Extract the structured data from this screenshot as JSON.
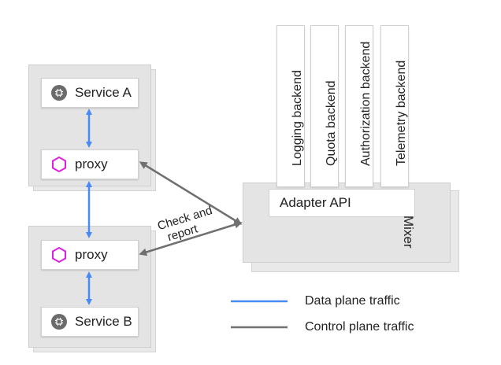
{
  "colors": {
    "data_plane": "#4a8af4",
    "control_plane": "#707070",
    "proxy_icon": "#e020e0",
    "chip_icon": "#6b6b6b"
  },
  "top_pod": {
    "service_label": "Service A",
    "proxy_label": "proxy"
  },
  "bottom_pod": {
    "service_label": "Service B",
    "proxy_label": "proxy"
  },
  "mixer": {
    "label": "Mixer",
    "adapter_label": "Adapter API",
    "backends": [
      "Logging backend",
      "Quota backend",
      "Authorization backend",
      "Telemetry backend"
    ]
  },
  "arrow_label": {
    "line1": "Check and",
    "line2": "report"
  },
  "legend": {
    "data_plane": "Data plane traffic",
    "control_plane": "Control plane traffic"
  }
}
